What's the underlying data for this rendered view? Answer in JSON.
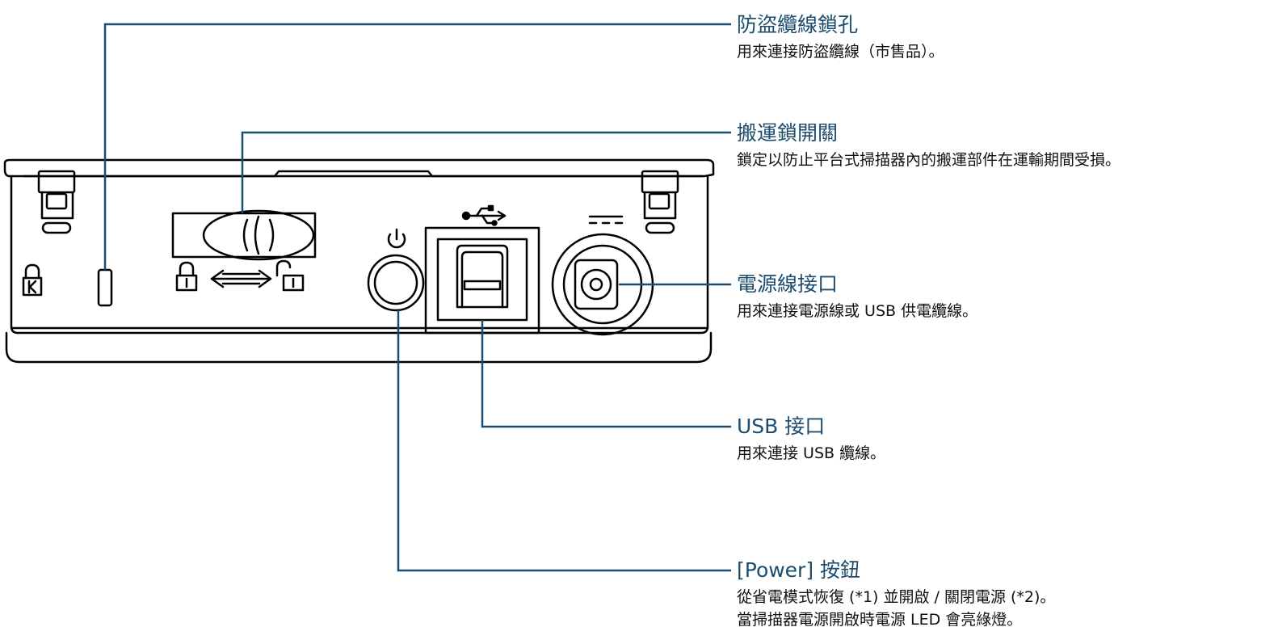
{
  "colors": {
    "leader_line": "#1d4d6e",
    "title_text": "#1d4d6e",
    "device_stroke": "#000000"
  },
  "device_icons": {
    "usb_symbol": "usb-icon",
    "dc_symbol": "dc-power-icon",
    "power_symbol": "power-icon",
    "kensington_symbol": "kensington-lock-icon",
    "lock_symbol": "padlock-icon"
  },
  "callouts": {
    "security_slot": {
      "title": "防盜纜線鎖孔",
      "desc": "用來連接防盜纜線（市售品）。"
    },
    "transport_lock": {
      "title": "搬運鎖開關",
      "desc": "鎖定以防止平台式掃描器內的搬運部件在運輸期間受損。"
    },
    "power_connector": {
      "title": "電源線接口",
      "desc": "用來連接電源線或 USB 供電纜線。"
    },
    "usb_connector": {
      "title": "USB 接口",
      "desc": "用來連接 USB 纜線。"
    },
    "power_button": {
      "title": "[Power] 按鈕",
      "desc1": "從省電模式恢復 (*1) 並開啟 / 關閉電源 (*2)。",
      "desc2": "當掃描器電源開啟時電源 LED 會亮綠燈。"
    }
  }
}
